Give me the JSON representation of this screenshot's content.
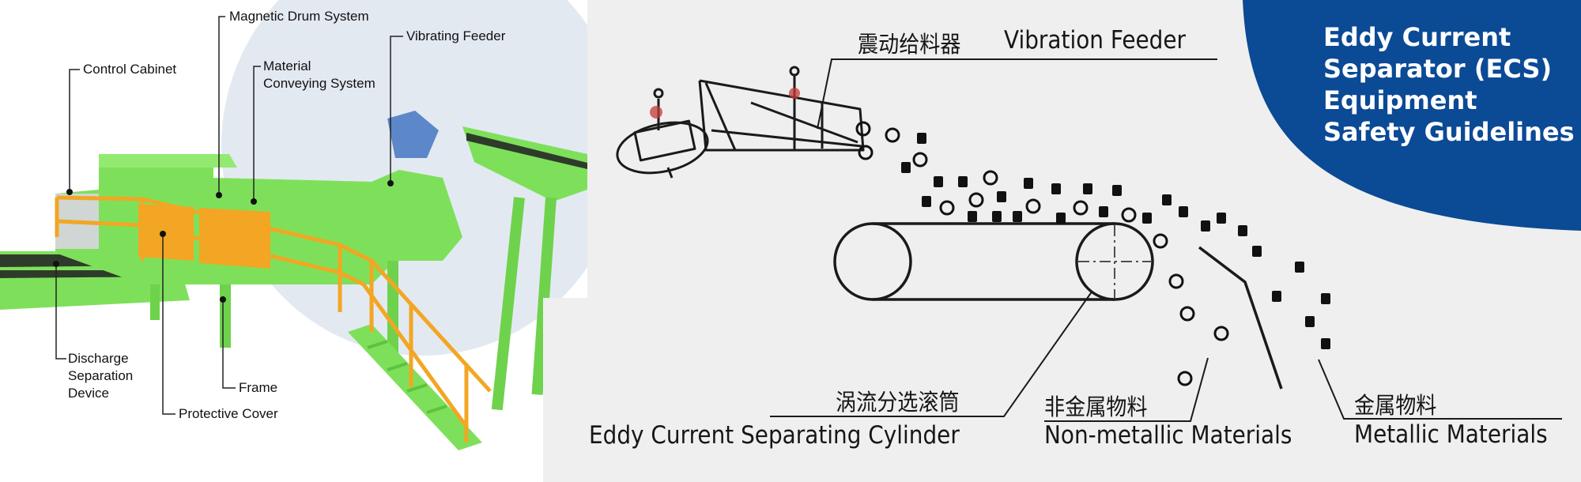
{
  "title": {
    "lines": [
      "Eddy Current",
      "Separator (ECS)",
      "Equipment",
      "Safety Guidelines"
    ]
  },
  "photo_labels": {
    "magnetic_drum": "Magnetic Drum System",
    "control_cabinet": "Control Cabinet",
    "material_conveying": [
      "Material",
      "Conveying System"
    ],
    "vibrating_feeder": "Vibrating Feeder",
    "discharge": [
      "Discharge",
      "Separation",
      "Device"
    ],
    "frame": "Frame",
    "protective_cover": "Protective Cover"
  },
  "diagram_labels": {
    "vibration_feeder_cn": "震动给料器",
    "vibration_feeder_en": "Vibration Feeder",
    "cylinder_cn": "涡流分选滚筒",
    "cylinder_en": "Eddy Current Separating Cylinder",
    "nonmetal_cn": "非金属物料",
    "nonmetal_en": "Non-metallic Materials",
    "metal_cn": "金属物料",
    "metal_en": "Metallic Materials"
  },
  "colors": {
    "title_bg": "#0b4a95",
    "machine_green": "#7ee05a",
    "guard_yellow": "#f2a623",
    "diagram_bg": "#efefef",
    "photo_circle": "#e3e9f1"
  }
}
